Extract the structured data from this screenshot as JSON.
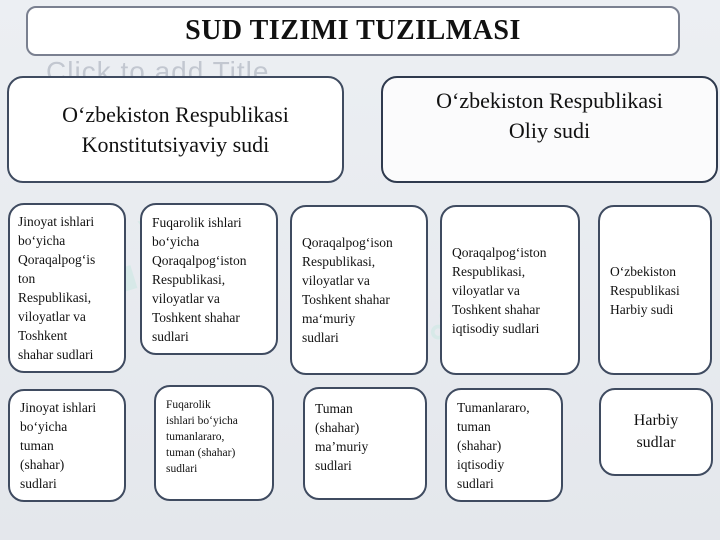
{
  "slide": {
    "title": "SUD TIZIMI TUZILMASI",
    "ghost_title": "Click to add Title"
  },
  "top_row": [
    {
      "text": "O‘zbekiston Respublikasi\nKonstitutsiyaviy sudi"
    },
    {
      "text": "O‘zbekiston Respublikasi\nOliy sudi"
    }
  ],
  "middle_row": [
    {
      "text": "Jinoyat ishlari\nbo‘yicha\nQoraqalpog‘is\nton\nRespublikasi,\nviloyatlar va\nToshkent\nshahar sudlari"
    },
    {
      "text": "Fuqarolik ishlari\nbo‘yicha\nQoraqalpog‘iston\nRespublikasi,\nviloyatlar va\nToshkent shahar\nsudlari"
    },
    {
      "text": "Qoraqalpog‘ison\nRespublikasi,\nviloyatlar va\nToshkent shahar\nma‘muriy\nsudlari"
    },
    {
      "text": "Qoraqalpog‘iston\nRespublikasi,\nviloyatlar va\nToshkent shahar\niqtisodiy sudlari"
    },
    {
      "text": "O‘zbekiston\nRespublikasi\nHarbiy sudi"
    }
  ],
  "bottom_row": [
    {
      "text": "Jinoyat ishlari\nbo‘yicha\ntuman\n(shahar)\nsudlari"
    },
    {
      "text": "Fuqarolik\nishlari bo‘yicha\ntumanlararo,\ntuman (shahar)\nsudlari"
    },
    {
      "text": "Tuman\n(shahar)\nma’muriy\nsudlari"
    },
    {
      "text": "Tumanlararo,\ntuman\n(shahar)\niqtisodiy\nsudlari"
    },
    {
      "text": "Harbiy\nsudlar"
    }
  ],
  "colors": {
    "background": "#e8ebf0",
    "box_fill": "#ffffff",
    "box_border": "#3f4b60",
    "watermark": "#cde9e4"
  }
}
